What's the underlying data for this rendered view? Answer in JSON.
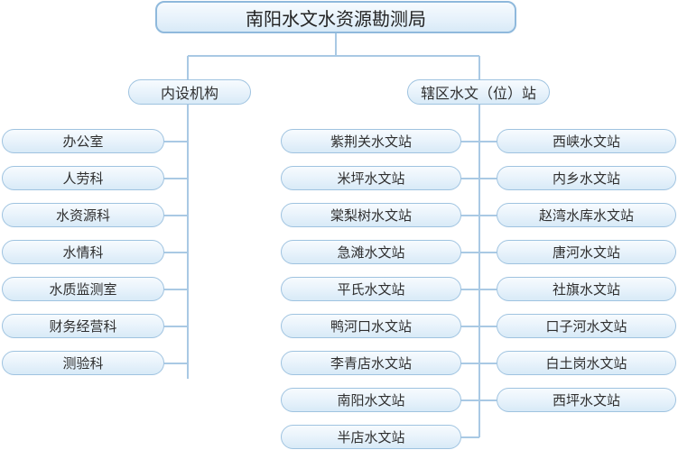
{
  "title": "南阳水文水资源勘测局",
  "internal": {
    "label": "内设机构",
    "items": [
      "办公室",
      "人劳科",
      "水资源科",
      "水情科",
      "水质监测室",
      "财务经营科",
      "测验科"
    ]
  },
  "stations": {
    "label": "辖区水文（位）站",
    "left": [
      "紫荆关水文站",
      "米坪水文站",
      "棠梨树水文站",
      "急滩水文站",
      "平氏水文站",
      "鸭河口水文站",
      "李青店水文站",
      "南阳水文站",
      "半店水文站"
    ],
    "right": [
      "西峡水文站",
      "内乡水文站",
      "赵湾水库水文站",
      "唐河水文站",
      "社旗水文站",
      "口子河水文站",
      "白土岗水文站",
      "西坪水文站"
    ]
  },
  "colors": {
    "line": "#a9c9e4",
    "box_border": "#9fc3e0",
    "box_fill": "#e7f2fb"
  }
}
